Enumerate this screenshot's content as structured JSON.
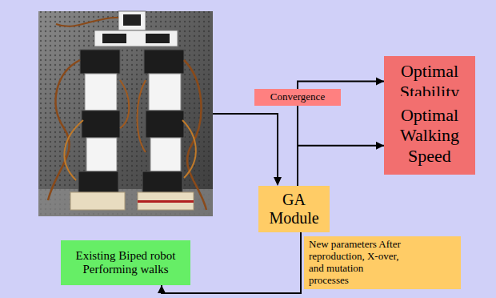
{
  "diagram": {
    "nodes": [
      {
        "text": [
          "Optimal Stability"
        ]
      },
      {
        "text": [
          "Optimal Walking Speed"
        ]
      },
      {
        "text": [
          "GA Module"
        ]
      },
      {
        "text": [
          "Existing Biped robot Performing walks"
        ]
      }
    ],
    "edges": [
      {
        "from": 2,
        "to": 0,
        "arrow": "to",
        "label": "Convergence"
      },
      {
        "from": 2,
        "to": 1,
        "arrow": "to"
      },
      {
        "from": 2,
        "to": 3,
        "arrow": "to",
        "label": "New parameters After reproduction, X-over, and mutation processes"
      }
    ]
  }
}
